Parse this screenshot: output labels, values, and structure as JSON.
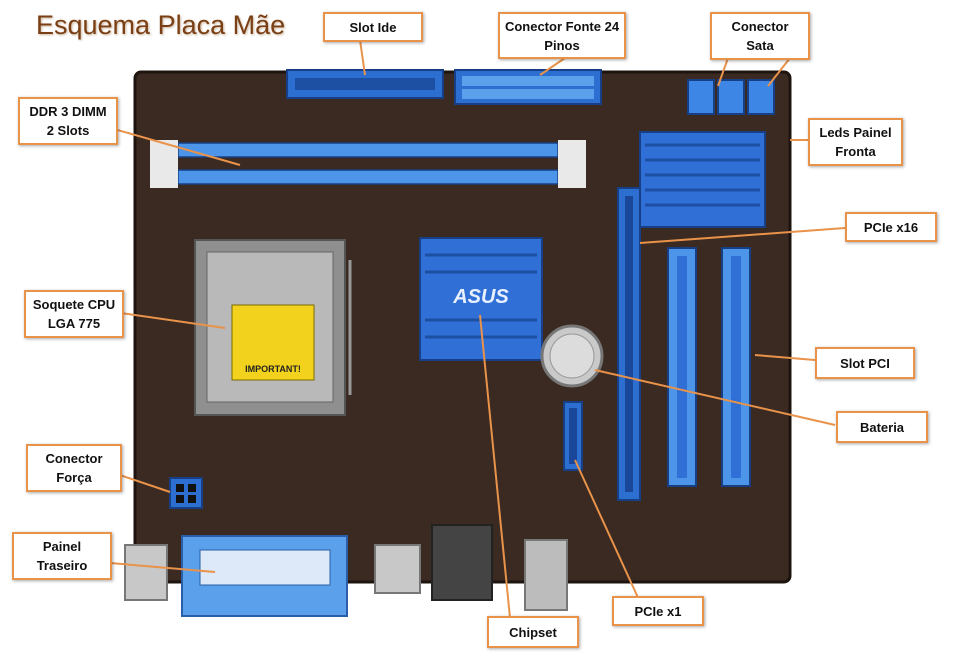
{
  "title": "Esquema Placa Mãe",
  "colors": {
    "board": "#3a2a22",
    "slot_blue": "#2d6fd0",
    "slot_light": "#5aa0ea",
    "heatsink": "#2f6fd6",
    "callout_border": "#e8924a",
    "leader_line": "#e8924a",
    "title": "#7a3f14"
  },
  "heatsink_brand": "ASUS",
  "socket_label": "IMPORTANT!",
  "callouts": {
    "slot_ide": {
      "line1": "Slot Ide",
      "line2": ""
    },
    "fonte24": {
      "line1": "Conector Fonte 24",
      "line2": "Pinos"
    },
    "sata": {
      "line1": "Conector",
      "line2": "Sata"
    },
    "ddr3": {
      "line1": "DDR 3 DIMM",
      "line2": "2 Slots"
    },
    "leds": {
      "line1": "Leds Painel",
      "line2": "Fronta"
    },
    "pcie16": {
      "line1": "PCIe x16",
      "line2": ""
    },
    "cpu": {
      "line1": "Soquete CPU",
      "line2": "LGA 775"
    },
    "pci": {
      "line1": "Slot PCI",
      "line2": ""
    },
    "bateria": {
      "line1": "Bateria",
      "line2": ""
    },
    "forca": {
      "line1": "Conector",
      "line2": "Força"
    },
    "painel": {
      "line1": "Painel",
      "line2": "Traseiro"
    },
    "pcie1": {
      "line1": "PCIe x1",
      "line2": ""
    },
    "chipset": {
      "line1": "Chipset",
      "line2": ""
    }
  }
}
